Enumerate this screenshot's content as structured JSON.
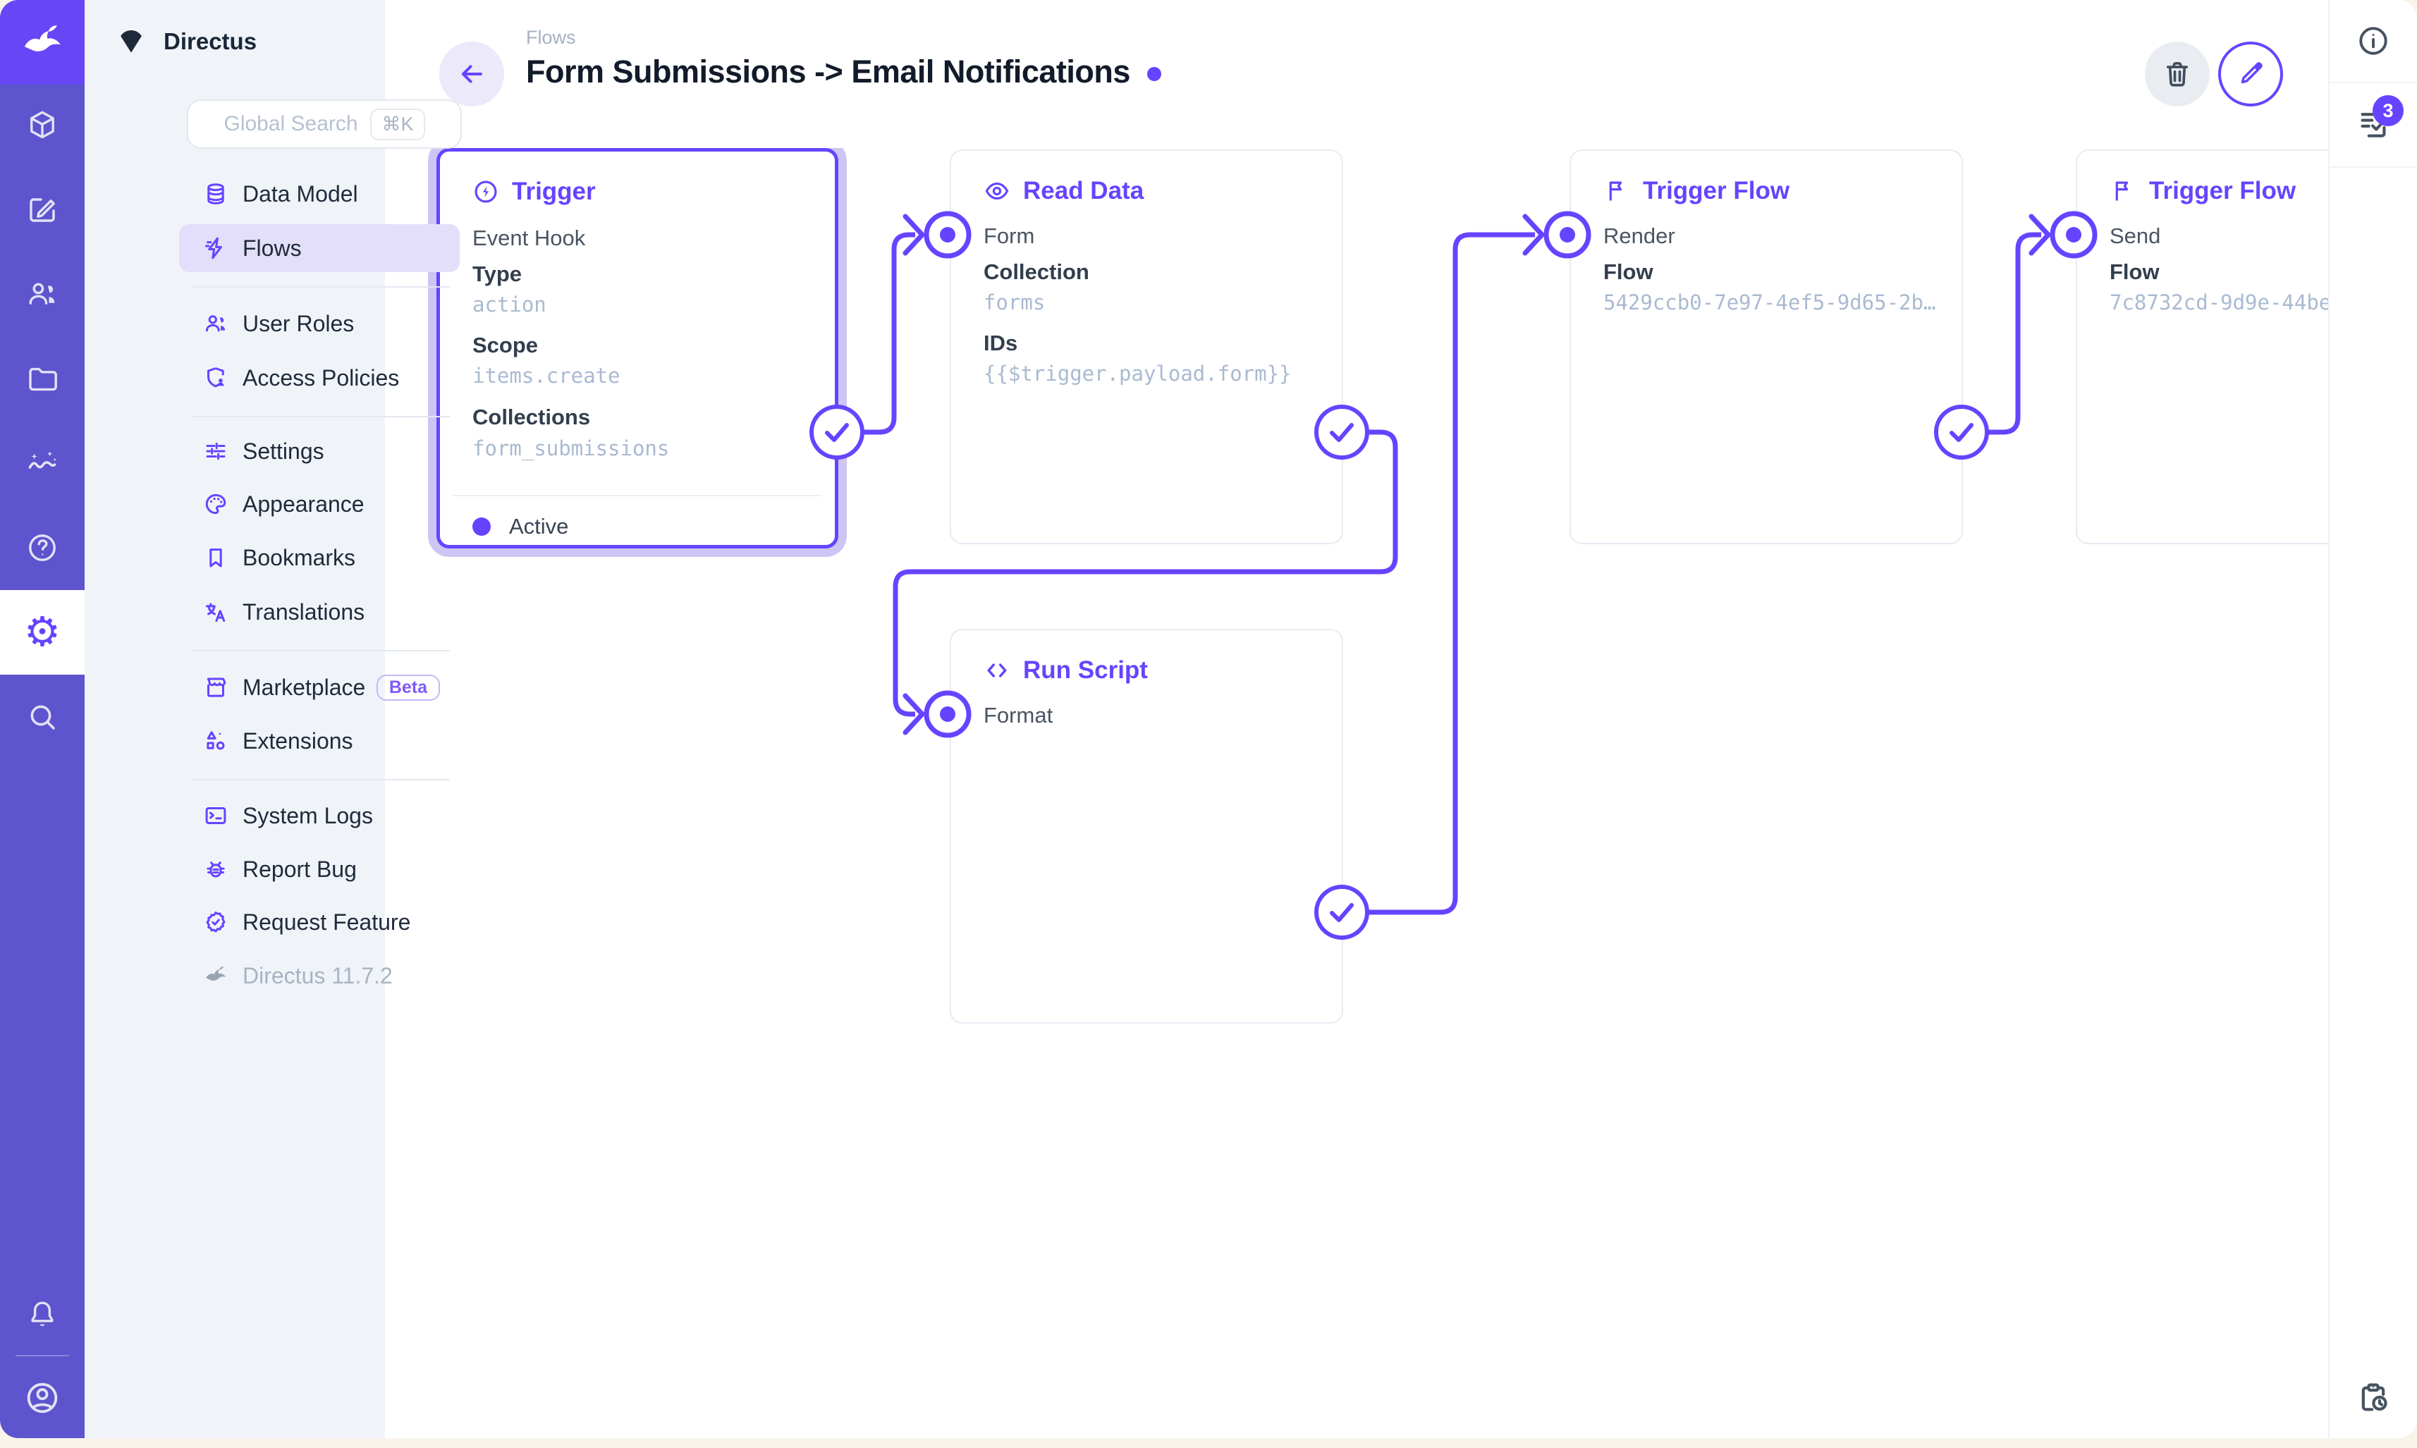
{
  "project": {
    "name": "Directus"
  },
  "search": {
    "placeholder": "Global Search",
    "shortcut": "⌘K"
  },
  "sidebar": {
    "items": [
      {
        "label": "Data Model",
        "icon": "database-icon"
      },
      {
        "label": "Flows",
        "icon": "bolt-icon",
        "active": true
      },
      {
        "label": "User Roles",
        "icon": "users-icon"
      },
      {
        "label": "Access Policies",
        "icon": "shield-user-icon"
      },
      {
        "label": "Settings",
        "icon": "sliders-icon"
      },
      {
        "label": "Appearance",
        "icon": "palette-icon"
      },
      {
        "label": "Bookmarks",
        "icon": "bookmark-icon"
      },
      {
        "label": "Translations",
        "icon": "translate-icon"
      },
      {
        "label": "Marketplace",
        "icon": "storefront-icon",
        "badge": "Beta"
      },
      {
        "label": "Extensions",
        "icon": "shapes-icon"
      },
      {
        "label": "System Logs",
        "icon": "terminal-icon"
      },
      {
        "label": "Report Bug",
        "icon": "bug-icon"
      },
      {
        "label": "Request Feature",
        "icon": "seal-check-icon"
      }
    ],
    "version": "Directus 11.7.2"
  },
  "header": {
    "breadcrumb": "Flows",
    "title": "Form Submissions -> Email Notifications"
  },
  "panels": {
    "trigger": {
      "title": "Trigger",
      "name": "Event Hook",
      "fields": [
        {
          "label": "Type",
          "value": "action"
        },
        {
          "label": "Scope",
          "value": "items.create"
        },
        {
          "label": "Collections",
          "value": "form_submissions"
        }
      ],
      "status": "Active"
    },
    "read_data": {
      "title": "Read Data",
      "name": "Form",
      "fields": [
        {
          "label": "Collection",
          "value": "forms"
        },
        {
          "label": "IDs",
          "value": "{{$trigger.payload.form}}"
        }
      ]
    },
    "run_script": {
      "title": "Run Script",
      "name": "Format"
    },
    "tf_render": {
      "title": "Trigger Flow",
      "name": "Render",
      "fields": [
        {
          "label": "Flow",
          "value": "5429ccb0-7e97-4ef5-9d65-2b…"
        }
      ]
    },
    "tf_send": {
      "title": "Trigger Flow",
      "name": "Send",
      "fields": [
        {
          "label": "Flow",
          "value": "7c8732cd-9d9e-44be"
        }
      ]
    }
  },
  "rail": {
    "notifications_count": "3"
  },
  "colors": {
    "brand": "#6644FF",
    "module_bar": "#5E54CD",
    "logo_block": "#6646F5",
    "sidebar_bg": "#F0F4F9",
    "active_nav": "#E3DEF9",
    "halo": "#CDC5F3",
    "mono_text": "#A9BAD1"
  }
}
